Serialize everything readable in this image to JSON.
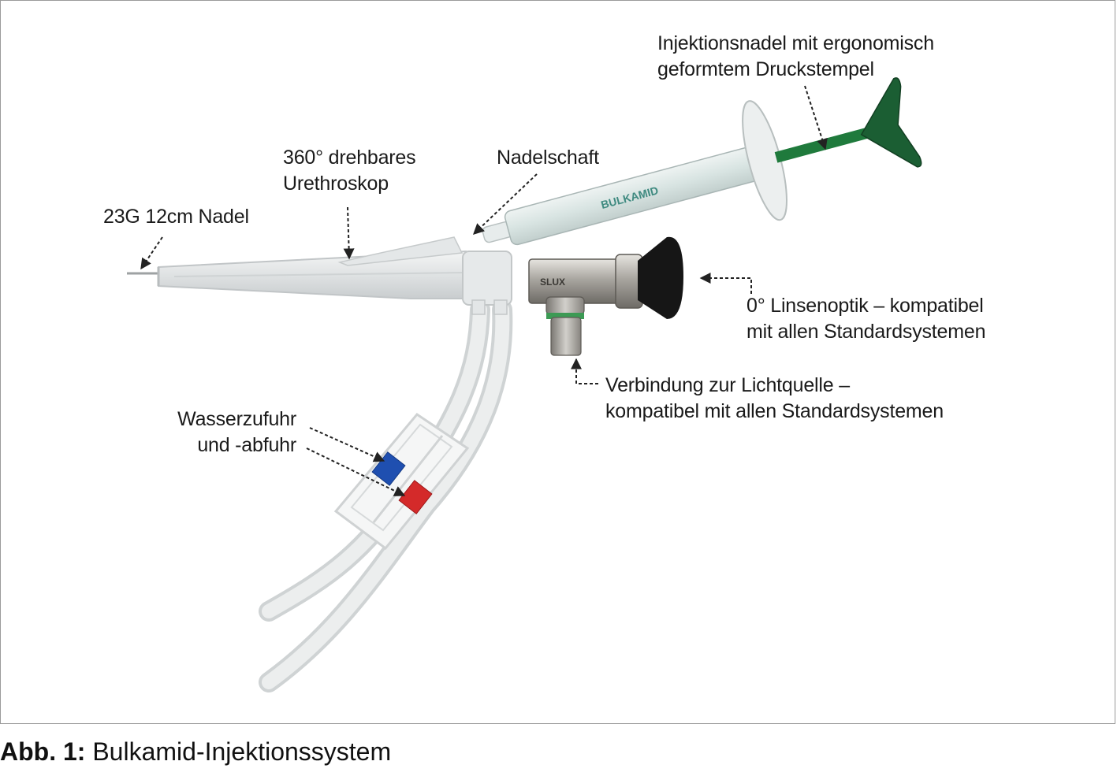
{
  "labels": {
    "needle": "23G 12cm Nadel",
    "urethroscope": [
      "360° drehbares",
      "Urethroskop"
    ],
    "needle_shaft": "Nadelschaft",
    "injection_needle": [
      "Injektionsnadel mit ergonomisch",
      "geformtem Druckstempel"
    ],
    "lens_optics": [
      "0° Linsenoptik – kompatibel",
      "mit allen Standardsystemen"
    ],
    "light_connection": [
      "Verbindung zur Lichtquelle –",
      "kompatibel mit allen Standardsystemen"
    ],
    "water": [
      "Wasserzufuhr",
      "und -abfuhr"
    ]
  },
  "device_marking": {
    "scope_brand": "SLUX",
    "syringe_brand": "BULKAMID"
  },
  "caption": {
    "prefix": "Abb. 1:",
    "text": "Bulkamid-Injektionssystem"
  },
  "colors": {
    "plunger_green": "#1f7a3c",
    "valve_blue": "#1f4fb0",
    "valve_red": "#d42a2a",
    "eyepiece_black": "#161616"
  }
}
